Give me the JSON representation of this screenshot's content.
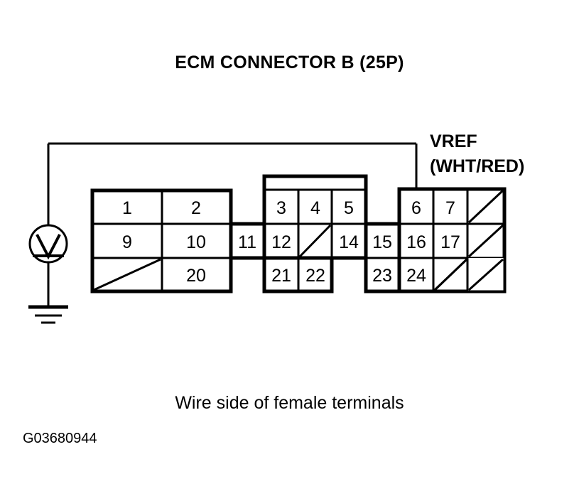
{
  "title": "ECM CONNECTOR B (25P)",
  "caption": "Wire side of female terminals",
  "image_id": "G03680944",
  "signal": {
    "name": "VREF",
    "wire_color": "(WHT/RED)"
  },
  "instrument": {
    "type": "voltmeter",
    "symbol": "V",
    "ground": "chassis-ground"
  },
  "colors": {
    "ink": "#000000",
    "background": "#ffffff"
  },
  "connector": {
    "name": "ECM CONNECTOR B",
    "pin_count": "25P",
    "probe_pin": "6",
    "rows": [
      {
        "row": 1,
        "cells": [
          {
            "label": "1",
            "blank": false
          },
          {
            "label": "2",
            "blank": false
          },
          {
            "label": "",
            "blank": true,
            "gap": true
          },
          {
            "label": "3",
            "blank": false
          },
          {
            "label": "4",
            "blank": false
          },
          {
            "label": "5",
            "blank": false
          },
          {
            "label": "",
            "blank": true,
            "gap": true
          },
          {
            "label": "6",
            "blank": false
          },
          {
            "label": "7",
            "blank": false
          },
          {
            "label": "",
            "blank": true,
            "diagonal": true
          }
        ]
      },
      {
        "row": 2,
        "cells": [
          {
            "label": "9",
            "blank": false
          },
          {
            "label": "10",
            "blank": false
          },
          {
            "label": "11",
            "blank": false
          },
          {
            "label": "12",
            "blank": false
          },
          {
            "label": "",
            "blank": true,
            "diagonal": true
          },
          {
            "label": "14",
            "blank": false
          },
          {
            "label": "15",
            "blank": false
          },
          {
            "label": "16",
            "blank": false
          },
          {
            "label": "17",
            "blank": false
          },
          {
            "label": "",
            "blank": true,
            "diagonal": true
          }
        ]
      },
      {
        "row": 3,
        "cells": [
          {
            "label": "",
            "blank": true,
            "diagonal": true
          },
          {
            "label": "20",
            "blank": false
          },
          {
            "label": "",
            "blank": true,
            "gap": true
          },
          {
            "label": "21",
            "blank": false
          },
          {
            "label": "22",
            "blank": false
          },
          {
            "label": "",
            "blank": true,
            "gap": true
          },
          {
            "label": "23",
            "blank": false
          },
          {
            "label": "24",
            "blank": false
          },
          {
            "label": "",
            "blank": true,
            "diagonal": true
          }
        ]
      }
    ]
  }
}
